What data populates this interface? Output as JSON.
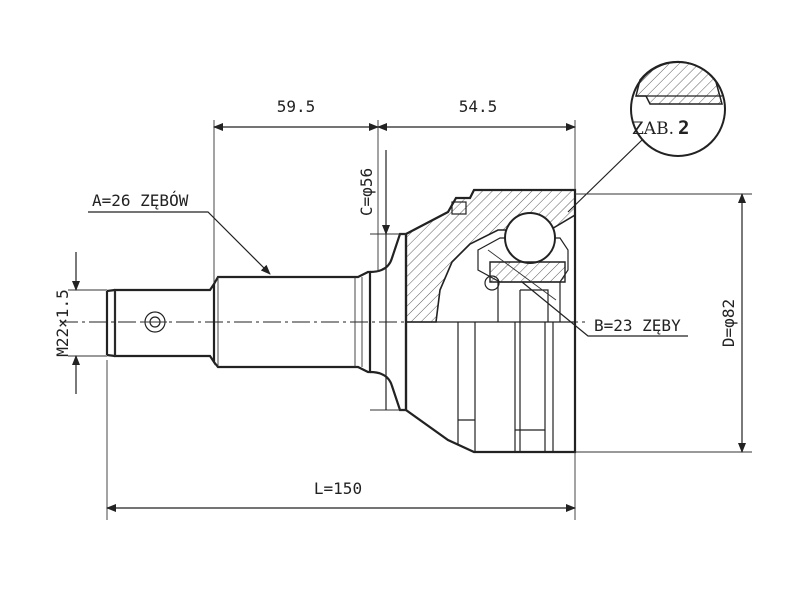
{
  "dimensions": {
    "shaft_length": "59.5",
    "housing_length": "54.5",
    "total_length": "L=150",
    "thread": "M22×1.5",
    "outer_teeth": "A=26 ZĘBÓW",
    "inner_teeth": "B=23 ZĘBY",
    "seal_diameter": "C=φ56",
    "outer_diameter": "D=φ82"
  },
  "detail": {
    "label": "ZAB.",
    "number": "2"
  },
  "colors": {
    "line": "#222222",
    "background": "#ffffff"
  }
}
